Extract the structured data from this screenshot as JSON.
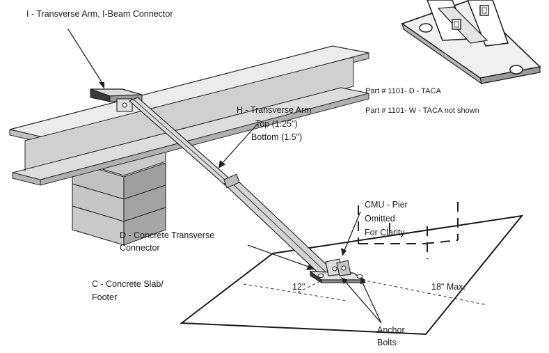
{
  "labels": {
    "i_connector": "I - Transverse Arm, I-Beam Connector",
    "h_arm": "H - Transverse Arm",
    "h_top": "Top (1.25\")",
    "h_bottom": "Bottom (1.5\")",
    "d_connector_line1": "D - Concrete Transverse",
    "d_connector_line2": "Connector",
    "c_slab_line1": "C - Concrete Slab/",
    "c_slab_line2": "Footer",
    "cmu_line1": "CMU - Pier",
    "cmu_line2": "Omitted",
    "cmu_line3": "For Clarity",
    "dim_12": "12\"",
    "dim_18": "18\" Max.",
    "anchor_line1": "Anchor",
    "anchor_line2": "Bolts",
    "part_d": "Part # 1101- D - TACA",
    "part_w": "Part # 1101- W - TACA not shown"
  },
  "colors": {
    "ink": "#2a2a2a",
    "beam_top": "#e6e6e6",
    "beam_web": "#c8c8c8",
    "beam_flange": "#b4b4b4",
    "block_face": "#bdbdbd",
    "block_light": "#d6d6d6",
    "block_dark": "#9d9d9d",
    "slab": "#ffffff",
    "bracket": "#d9d9d9"
  }
}
